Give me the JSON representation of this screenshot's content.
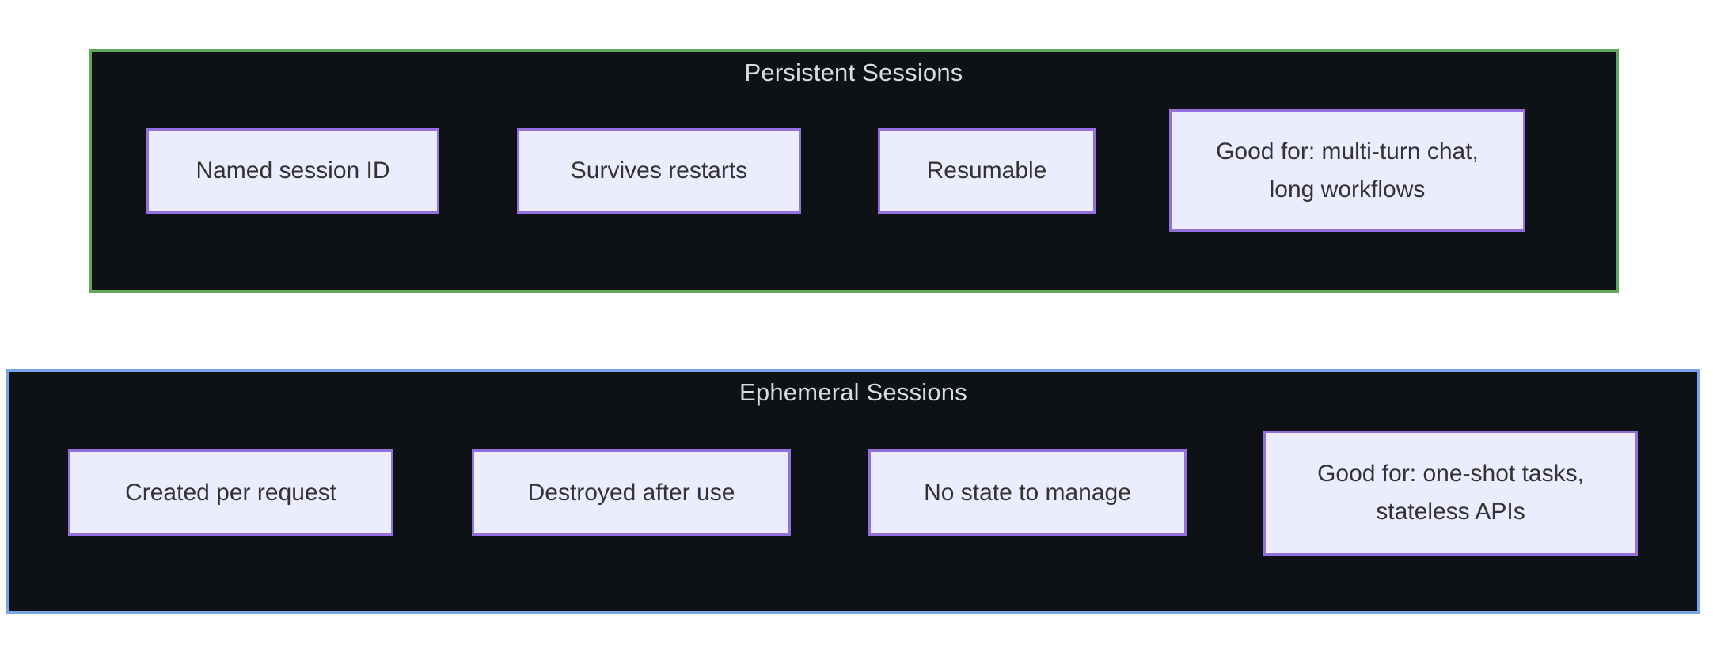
{
  "colors": {
    "page_bg": "#ffffff",
    "cluster_fill": "#0e1217",
    "persistent_border": "#60a95a",
    "ephemeral_border": "#7aa4e8",
    "node_fill": "#ececff",
    "node_border": "#9370db",
    "node_text": "#333333",
    "cluster_title_text": "#d9dde2"
  },
  "diagram": {
    "clusters": [
      {
        "title": "Persistent Sessions",
        "nodes": [
          {
            "label": "Named session ID"
          },
          {
            "label": "Survives restarts"
          },
          {
            "label": "Resumable"
          },
          {
            "label": "Good for: multi-turn chat,\nlong workflows"
          }
        ]
      },
      {
        "title": "Ephemeral Sessions",
        "nodes": [
          {
            "label": "Created per request"
          },
          {
            "label": "Destroyed after use"
          },
          {
            "label": "No state to manage"
          },
          {
            "label": "Good for: one-shot tasks,\nstateless APIs"
          }
        ]
      }
    ]
  }
}
